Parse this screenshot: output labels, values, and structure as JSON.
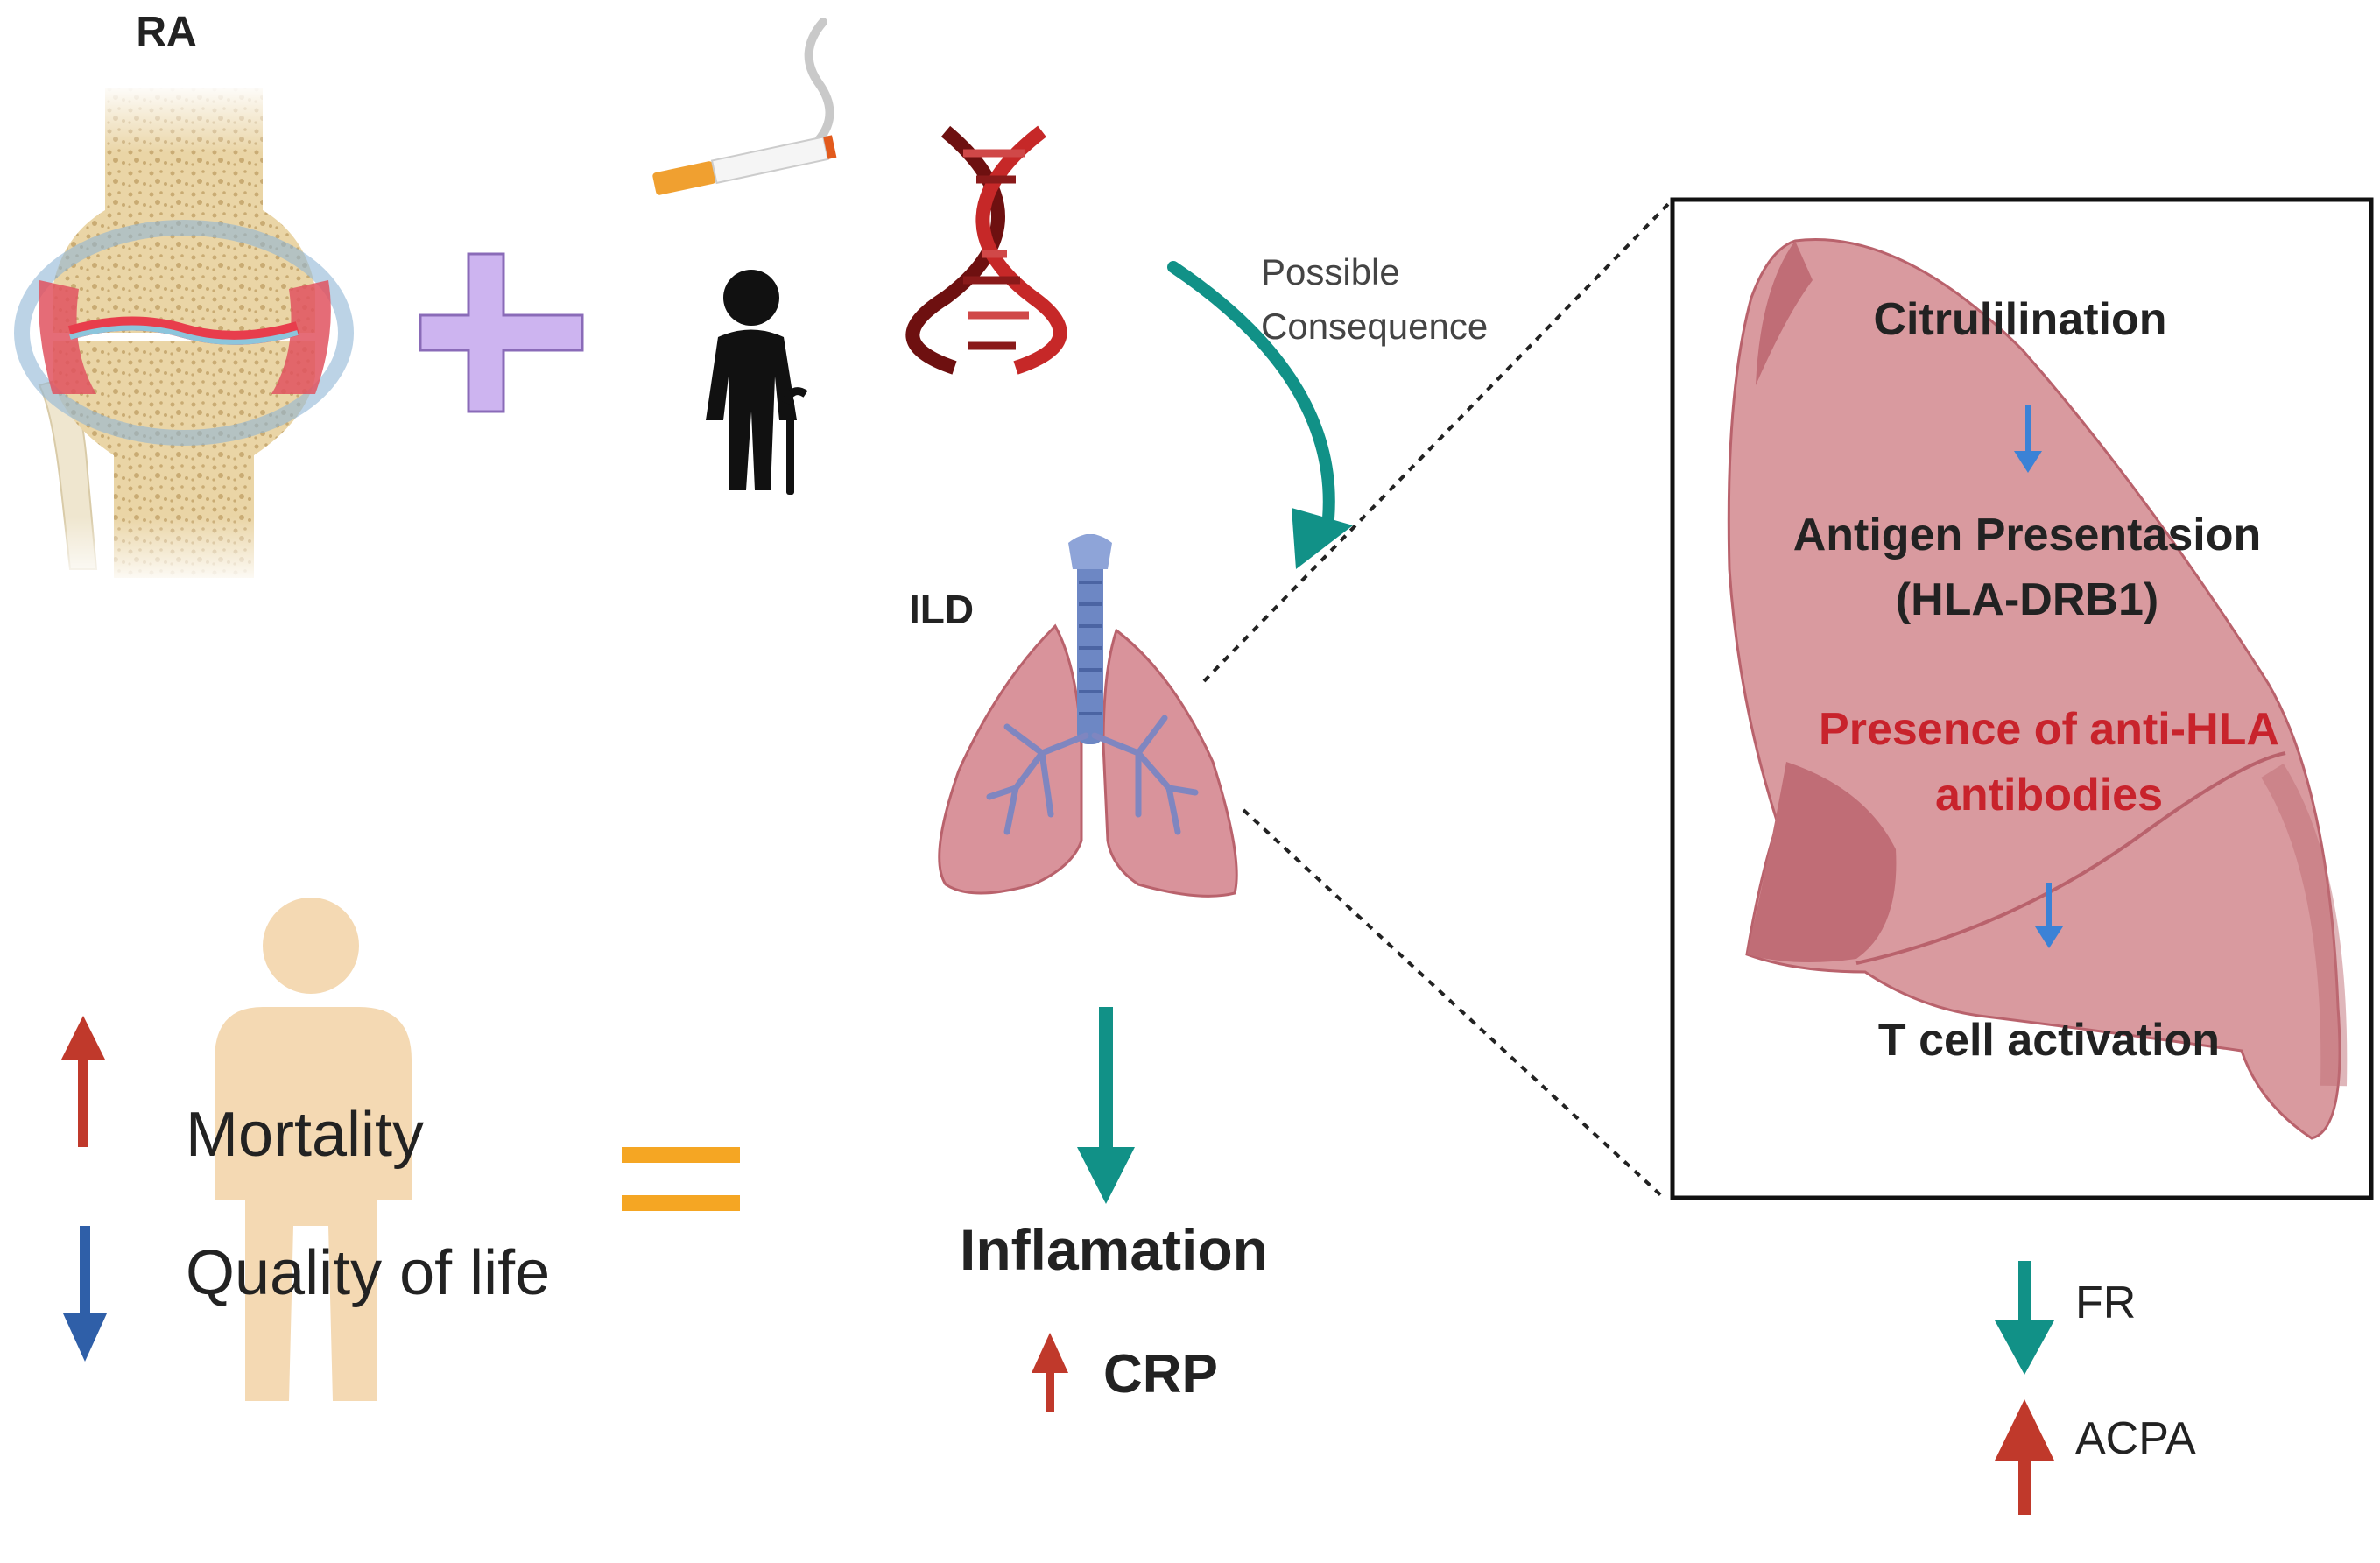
{
  "labels": {
    "ra": "RA",
    "ild": "ILD",
    "possible": "Possible",
    "consequence": "Consequence",
    "citrullination": "Citrulilination",
    "antigen": "Antigen Presentasion",
    "hla": "(HLA-DRB1)",
    "presence1": "Presence of anti-HLA",
    "presence2": "antibodies",
    "tcell": "T cell activation",
    "mortality": "Mortality",
    "quality": "Quality of life",
    "inflamation": "Inflamation",
    "crp": "CRP",
    "fr": "FR",
    "acpa": "ACPA"
  },
  "colors": {
    "teal": "#119187",
    "red_arrow": "#c0392b",
    "blue_arrow": "#2f5fa8",
    "small_blue_arrow": "#3b82d6",
    "plus": "#cdb4f0",
    "equals": "#f5a623",
    "lung": "#d9939b",
    "lung_dark": "#b9626c",
    "trachea": "#6d87c4",
    "person": "#f4d9b3",
    "bone": "#ead5a6",
    "red_text": "#c8232c",
    "dna_dark": "#6e1010",
    "dna_red": "#c62828"
  },
  "icons": [
    "joint-icon",
    "plus-icon",
    "cigarette-icon",
    "elderly-person-icon",
    "dna-icon",
    "lungs-icon",
    "person-silhouette-icon",
    "equals-icon"
  ]
}
